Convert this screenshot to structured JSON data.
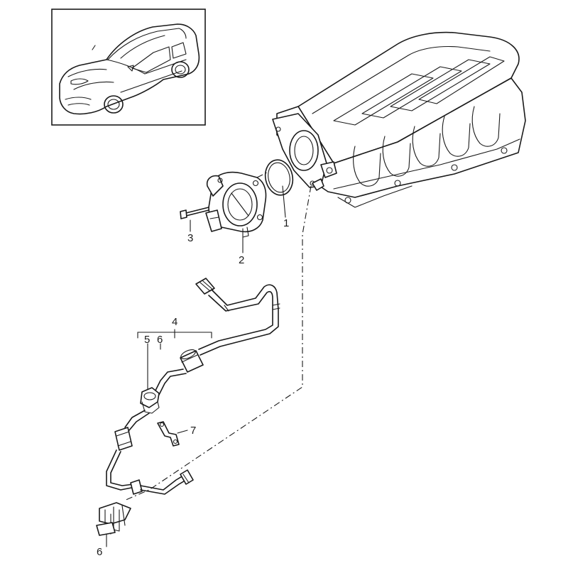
{
  "callouts": {
    "c1": "1",
    "c2": "2",
    "c3": "3",
    "c4": "4",
    "c5": "5",
    "c6a": "6",
    "c6b": "6",
    "c7": "7"
  },
  "colors": {
    "line": "#1a1a1a",
    "background": "#ffffff",
    "inset_border": "#1a1a1a"
  },
  "icons": {
    "inset": "car-icon",
    "manifold": "intake-manifold-icon",
    "throttle": "throttle-body-icon"
  }
}
